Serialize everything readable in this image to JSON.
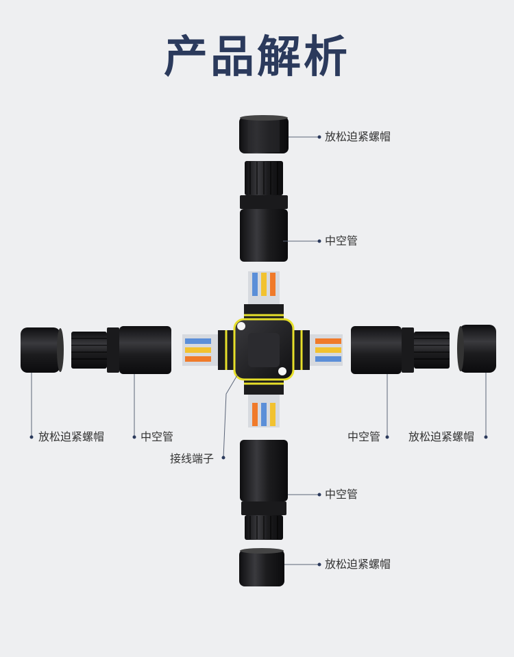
{
  "title": "产品解析",
  "labels": {
    "top_cap": "放松迫紧螺帽",
    "top_tube": "中空管",
    "left_cap": "放松迫紧螺帽",
    "left_tube": "中空管",
    "terminal": "接线端子",
    "right_tube": "中空管",
    "right_cap": "放松迫紧螺帽",
    "bottom_tube": "中空管",
    "bottom_cap": "放松迫紧螺帽"
  },
  "colors": {
    "background": "#eeeff1",
    "title": "#2b3a5c",
    "part_black": "#1c1c1e",
    "seal_yellow": "#e6df2a",
    "wire_blue": "#5b8fd8",
    "wire_yellow": "#f2c230",
    "wire_orange": "#f07a2a",
    "leader": "#2b3a5c"
  }
}
